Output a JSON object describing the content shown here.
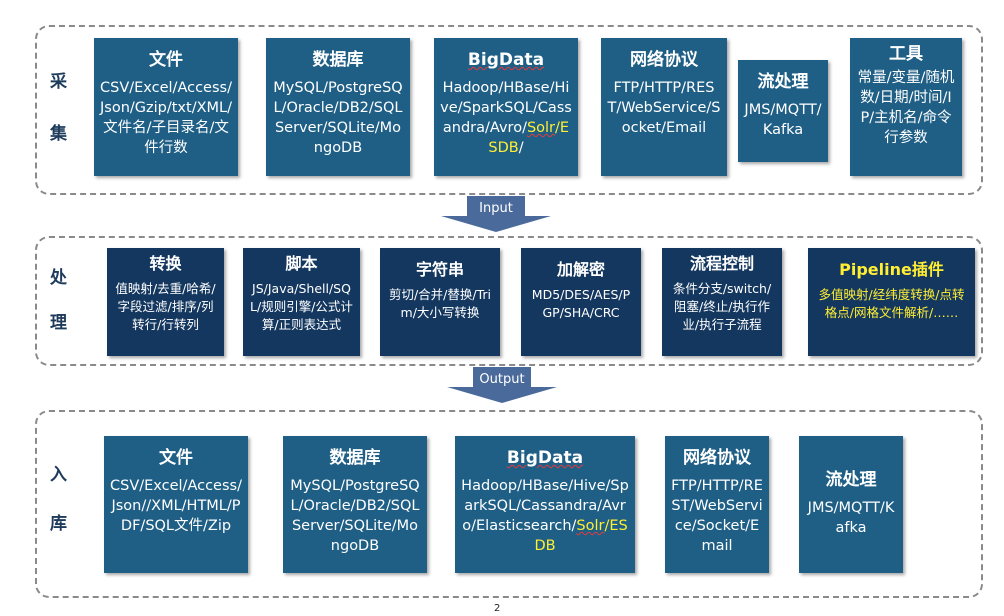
{
  "stages": {
    "collect": {
      "label_a": "采",
      "label_b": "集"
    },
    "process": {
      "label_a": "处",
      "label_b": "理"
    },
    "store": {
      "label_a": "入",
      "label_b": "库"
    }
  },
  "arrows": {
    "input": "Input",
    "output": "Output"
  },
  "collect": {
    "file": {
      "title": "文件",
      "text": "CSV/Excel/Access/Json/Gzip/txt/XML/文件名/子目录名/文件行数"
    },
    "db": {
      "title": "数据库",
      "text": "MySQL/PostgreSQL/Oracle/DB2/SQLServer/SQLite/MongoDB"
    },
    "bigdata": {
      "title": "BigData",
      "text_a": "Hadoop/HBase/Hive/SparkSQL/Cassandra/Avro/",
      "text_solr": "Solr",
      "text_sep": "/",
      "text_esdb": "ESDB",
      "text_end": "/"
    },
    "net": {
      "title": "网络协议",
      "text": "FTP/HTTP/REST/WebService/Socket/Email"
    },
    "stream": {
      "title": "流处理",
      "text": "JMS/MQTT/Kafka"
    },
    "tools": {
      "title": "工具",
      "text": "常量/变量/随机数/日期/时间/IP/主机名/命令行参数"
    }
  },
  "process": {
    "transform": {
      "title": "转换",
      "text": "值映射/去重/哈希/字段过滤/排序/列转行/行转列"
    },
    "script": {
      "title": "脚本",
      "text": "JS/Java/Shell/SQL/规则引擎/公式计算/正则表达式"
    },
    "string": {
      "title": "字符串",
      "text": "剪切/合并/替换/Trim/大小写转换"
    },
    "crypto": {
      "title": "加解密",
      "text": "MD5/DES/AES/PGP/SHA/CRC"
    },
    "flow": {
      "title": "流程控制",
      "text": "条件分支/switch/阻塞/终止/执行作业/执行子流程"
    },
    "pipeline": {
      "title": "Pipeline插件",
      "text": "多值映射/经纬度转换/点转格点/网格文件解析/……"
    }
  },
  "store": {
    "file": {
      "title": "文件",
      "text": "CSV/Excel/Access/Json//XML/HTML/PDF/SQL文件/Zip"
    },
    "db": {
      "title": "数据库",
      "text": "MySQL/PostgreSQL/Oracle/DB2/SQLServer/SQLite/MongoDB"
    },
    "bigdata": {
      "title": "BigData",
      "text_a": "Hadoop/HBase/Hive/SparkSQL/Cassandra/Avro/Elasticsearch/",
      "text_solr": "Solr",
      "text_sep": "/",
      "text_esdb": "ESDB"
    },
    "net": {
      "title": "网络协议",
      "text": "FTP/HTTP/REST/WebService/Socket/Email"
    },
    "stream": {
      "title": "流处理",
      "text": "JMS/MQTT/Kafka"
    }
  },
  "page_number": "2",
  "colors": {
    "box_blue": "#1f5f86",
    "box_navy": "#14375f",
    "arrow": "#4a6a9c",
    "highlight": "#ffee33"
  }
}
